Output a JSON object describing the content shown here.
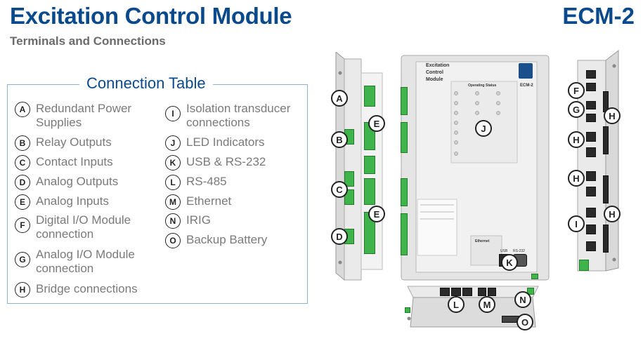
{
  "header": {
    "title": "Excitation Control Module",
    "subtitle": "Terminals and Connections",
    "model": "ECM-2"
  },
  "table": {
    "title": "Connection Table",
    "entries": [
      {
        "code": "A",
        "label": "Redundant Power Supplies"
      },
      {
        "code": "B",
        "label": "Relay Outputs"
      },
      {
        "code": "C",
        "label": "Contact Inputs"
      },
      {
        "code": "D",
        "label": "Analog Outputs"
      },
      {
        "code": "E",
        "label": "Analog Inputs"
      },
      {
        "code": "F",
        "label": "Digital I/O Module connection"
      },
      {
        "code": "G",
        "label": "Analog I/O Module connection"
      },
      {
        "code": "H",
        "label": "Bridge connections"
      },
      {
        "code": "I",
        "label": "Isolation transducer connections"
      },
      {
        "code": "J",
        "label": "LED Indicators"
      },
      {
        "code": "K",
        "label": "USB & RS-232"
      },
      {
        "code": "L",
        "label": "RS-485"
      },
      {
        "code": "M",
        "label": "Ethernet"
      },
      {
        "code": "N",
        "label": "IRIG"
      },
      {
        "code": "O",
        "label": "Backup Battery"
      }
    ]
  },
  "device_front": {
    "name_line1": "Excitation",
    "name_line2": "Control",
    "name_line3": "Module",
    "model_tag": "ECM-2",
    "status_header": "Operating Status",
    "ethernet_label": "Ethernet",
    "usb_label": "USB",
    "rs232_label": "RS-232"
  },
  "callouts": [
    "A",
    "B",
    "C",
    "D",
    "E",
    "E",
    "F",
    "G",
    "H",
    "H",
    "H",
    "H",
    "I",
    "J",
    "K",
    "L",
    "M",
    "N",
    "O"
  ],
  "colors": {
    "title": "#0a4a8c",
    "border": "#8fb3cf",
    "terminal_green": "#3fb44a"
  }
}
